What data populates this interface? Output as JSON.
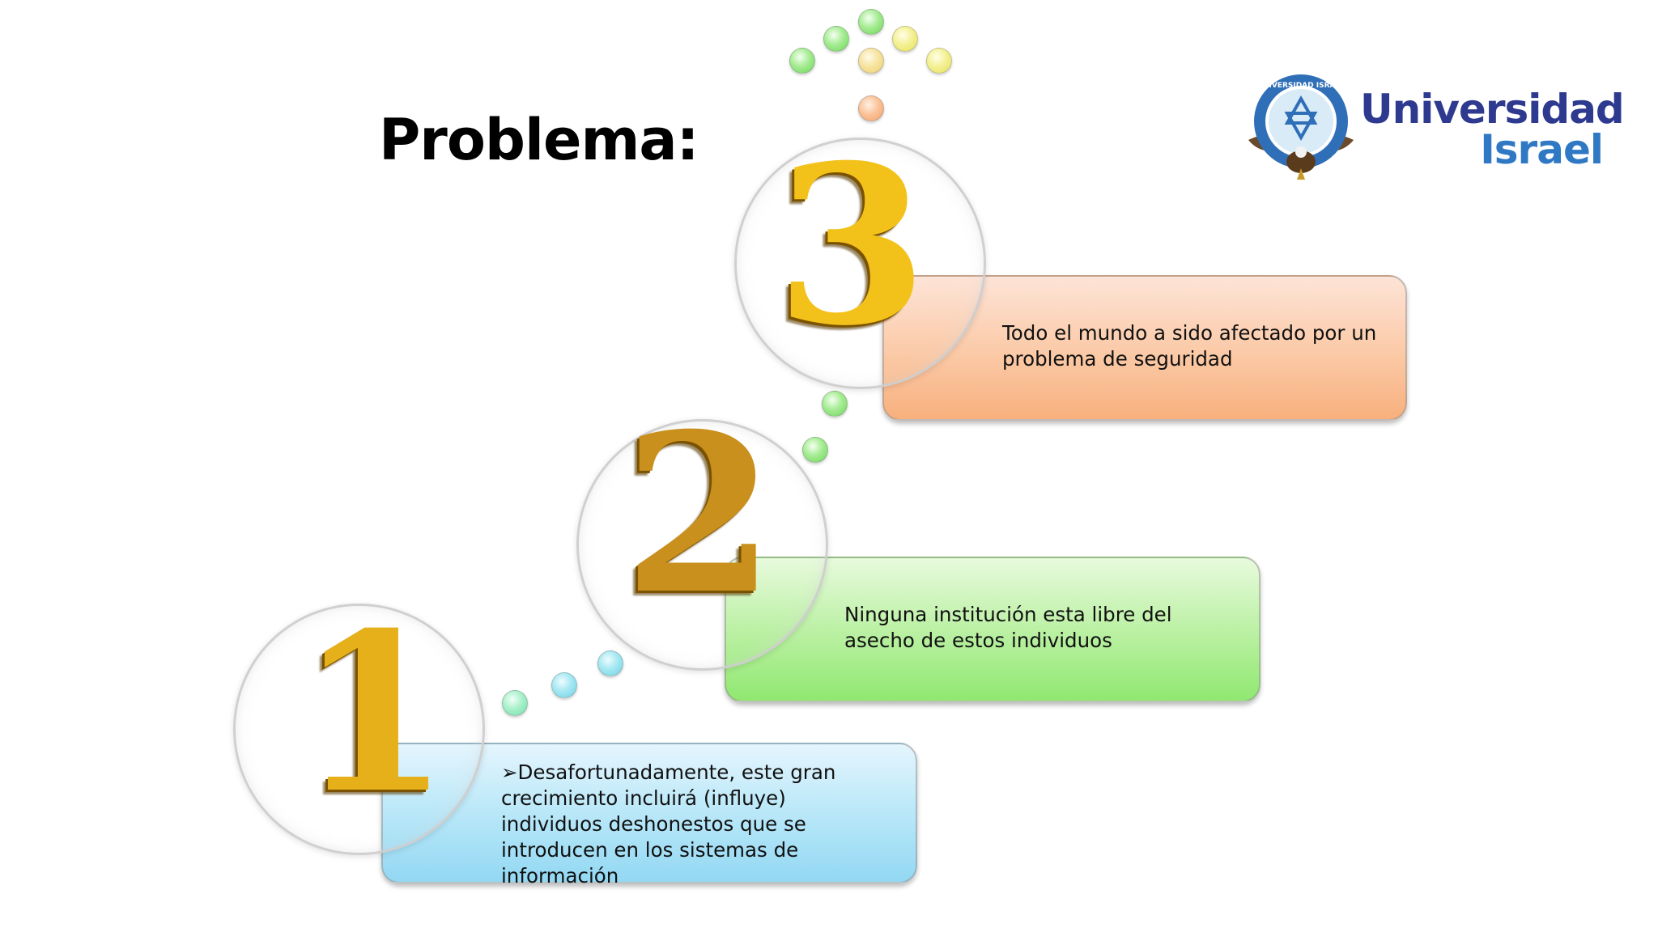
{
  "slide": {
    "title": "Problema:",
    "logo": {
      "line1": "Universidad",
      "line2": "Israel",
      "seal_icon": "university-seal-icon"
    },
    "steps": [
      {
        "number": "1",
        "text": "➢Desafortunadamente, este gran crecimiento incluirá (influye) individuos deshonestos que se introducen en los sistemas de información",
        "color": "#b5e6f8"
      },
      {
        "number": "2",
        "text": "Ninguna institución esta libre del asecho de estos individuos",
        "color": "#b8f0a0"
      },
      {
        "number": "3",
        "text": "Todo el mundo a sido afectado por un problema de seguridad",
        "color": "#fbc9a6"
      }
    ]
  }
}
